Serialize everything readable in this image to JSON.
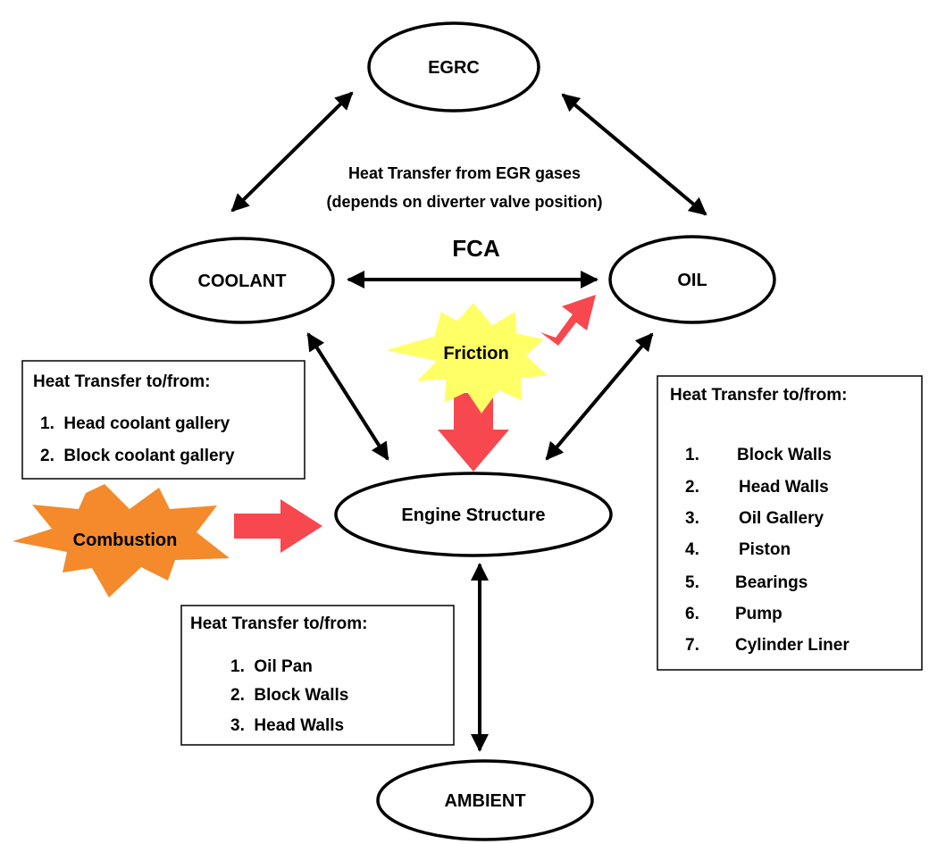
{
  "nodes": {
    "egrc": "EGRC",
    "coolant": "COOLANT",
    "oil": "OIL",
    "engine": "Engine Structure",
    "ambient": "AMBIENT"
  },
  "egr_note": {
    "line1": "Heat Transfer from EGR gases",
    "line2": "(depends on diverter valve position)"
  },
  "fca_label": "FCA",
  "sources": {
    "friction": "Friction",
    "combustion": "Combustion"
  },
  "colors": {
    "heat_arrow": "#f7474f",
    "friction_fill": "#ffff66",
    "combustion_fill": "#f48a2b",
    "line": "#000000"
  },
  "coolant_box": {
    "title": "Heat Transfer to/from:",
    "items": [
      "1.  Head coolant gallery",
      "2.  Block coolant gallery"
    ]
  },
  "oil_box": {
    "title": "Heat Transfer to/from:",
    "items": [
      {
        "num": "1.",
        "text": "Block Walls"
      },
      {
        "num": "2.",
        "text": "Head Walls"
      },
      {
        "num": "3.",
        "text": "Oil Gallery"
      },
      {
        "num": "4.",
        "text": "Piston"
      },
      {
        "num": "5.",
        "text": "Bearings"
      },
      {
        "num": "6.",
        "text": "Pump"
      },
      {
        "num": "7.",
        "text": "Cylinder Liner"
      }
    ]
  },
  "ambient_box": {
    "title": "Heat Transfer to/from:",
    "items": [
      "1.  Oil Pan",
      "2.  Block Walls",
      "3.  Head Walls"
    ]
  }
}
